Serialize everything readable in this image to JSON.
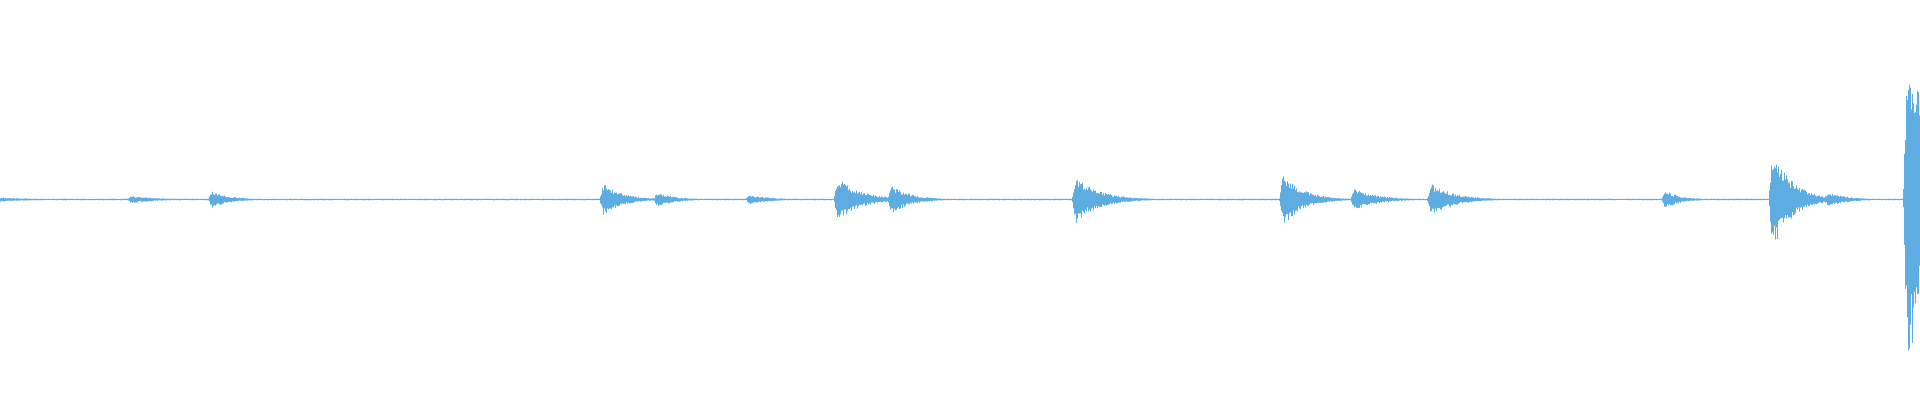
{
  "waveform": {
    "color": "#5dade2",
    "background": "#ffffff",
    "baseline_level": 0.0,
    "bursts": [
      {
        "t": 0.0,
        "amp": 0.012,
        "decay": 0.02,
        "width": 0.02
      },
      {
        "t": 0.068,
        "amp": 0.02,
        "decay": 0.015,
        "width": 0.025
      },
      {
        "t": 0.11,
        "amp": 0.045,
        "decay": 0.01,
        "width": 0.012
      },
      {
        "t": 0.314,
        "amp": 0.09,
        "decay": 0.01,
        "width": 0.016
      },
      {
        "t": 0.342,
        "amp": 0.04,
        "decay": 0.01,
        "width": 0.014
      },
      {
        "t": 0.39,
        "amp": 0.025,
        "decay": 0.012,
        "width": 0.018
      },
      {
        "t": 0.436,
        "amp": 0.12,
        "decay": 0.012,
        "width": 0.025
      },
      {
        "t": 0.464,
        "amp": 0.08,
        "decay": 0.01,
        "width": 0.02
      },
      {
        "t": 0.56,
        "amp": 0.13,
        "decay": 0.012,
        "width": 0.025
      },
      {
        "t": 0.668,
        "amp": 0.15,
        "decay": 0.01,
        "width": 0.02
      },
      {
        "t": 0.705,
        "amp": 0.06,
        "decay": 0.012,
        "width": 0.028
      },
      {
        "t": 0.745,
        "amp": 0.09,
        "decay": 0.012,
        "width": 0.04
      },
      {
        "t": 0.867,
        "amp": 0.05,
        "decay": 0.008,
        "width": 0.01
      },
      {
        "t": 0.923,
        "amp": 0.28,
        "decay": 0.01,
        "width": 0.028
      },
      {
        "t": 0.952,
        "amp": 0.04,
        "decay": 0.01,
        "width": 0.02
      },
      {
        "t": 0.993,
        "amp": 0.9,
        "decay": 0.02,
        "width": 0.007
      }
    ]
  }
}
